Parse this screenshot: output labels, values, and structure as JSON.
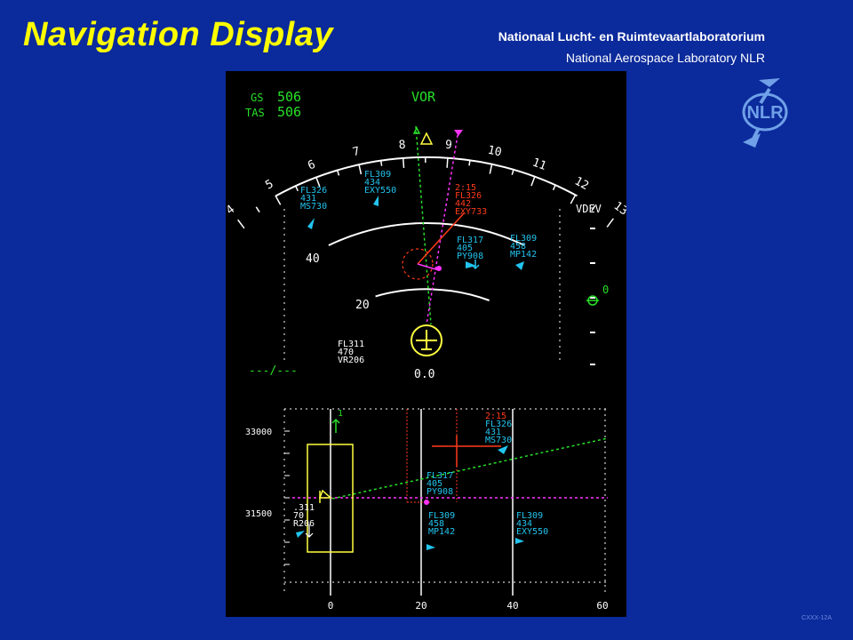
{
  "header": {
    "title": "Navigation Display",
    "org_nl": "Nationaal Lucht- en Ruimtevaartlaboratorium",
    "org_en": "National Aerospace Laboratory NLR",
    "code": "CXXX-12A"
  },
  "logo": {
    "text": "NLR",
    "icon": "nlr-logo-icon"
  },
  "colors": {
    "background": "#0b2a9b",
    "title": "#ffff00",
    "display": "#000000",
    "cyan": "#22c4ee",
    "green": "#28e028",
    "magenta": "#ff33ff",
    "red": "#ff3a1a",
    "yellow": "#ffff40",
    "white": "#ffffff"
  },
  "nd": {
    "gs_label": "GS",
    "gs_value": "506",
    "tas_label": "TAS",
    "tas_value": "506",
    "mode": "VOR",
    "vdev_label": "VDEV",
    "vdev_zero": "0",
    "heading_scale": [
      "4",
      "5",
      "6",
      "7",
      "8",
      "9",
      "10",
      "11",
      "12",
      "13"
    ],
    "range_inner": "20",
    "range_outer": "40",
    "bottom_left": "---/---",
    "bottom_center": "0.0",
    "traffic": [
      {
        "l1": "FL326",
        "l2": "431",
        "l3": "MS730"
      },
      {
        "l1": "FL309",
        "l2": "434",
        "l3": "EXY550"
      },
      {
        "l1": "2:15",
        "l2": "FL326",
        "l3": "442",
        "l4": "EXY733"
      },
      {
        "l1": "FL317",
        "l2": "405",
        "l3": "PY908"
      },
      {
        "l1": "FL309",
        "l2": "458",
        "l3": "MP142"
      },
      {
        "l1": "FL311",
        "l2": "470",
        "l3": "VR206"
      }
    ]
  },
  "vsd": {
    "alt_top": "33000",
    "alt_mid": "31500",
    "x_ticks": [
      "0",
      "20",
      "40",
      "60"
    ],
    "marker_top": "1",
    "traffic": [
      {
        "l1": "2:15",
        "l2": "FL326",
        "l3": "431",
        "l4": "MS730"
      },
      {
        "l1": "FL317",
        "l2": "405",
        "l3": "PY908"
      },
      {
        "l1": "FL309",
        "l2": "458",
        "l3": "MP142"
      },
      {
        "l1": "FL309",
        "l2": "434",
        "l3": "EXY550"
      },
      {
        "l1": ".311",
        "l2": "70",
        "l3": "R206"
      }
    ]
  }
}
